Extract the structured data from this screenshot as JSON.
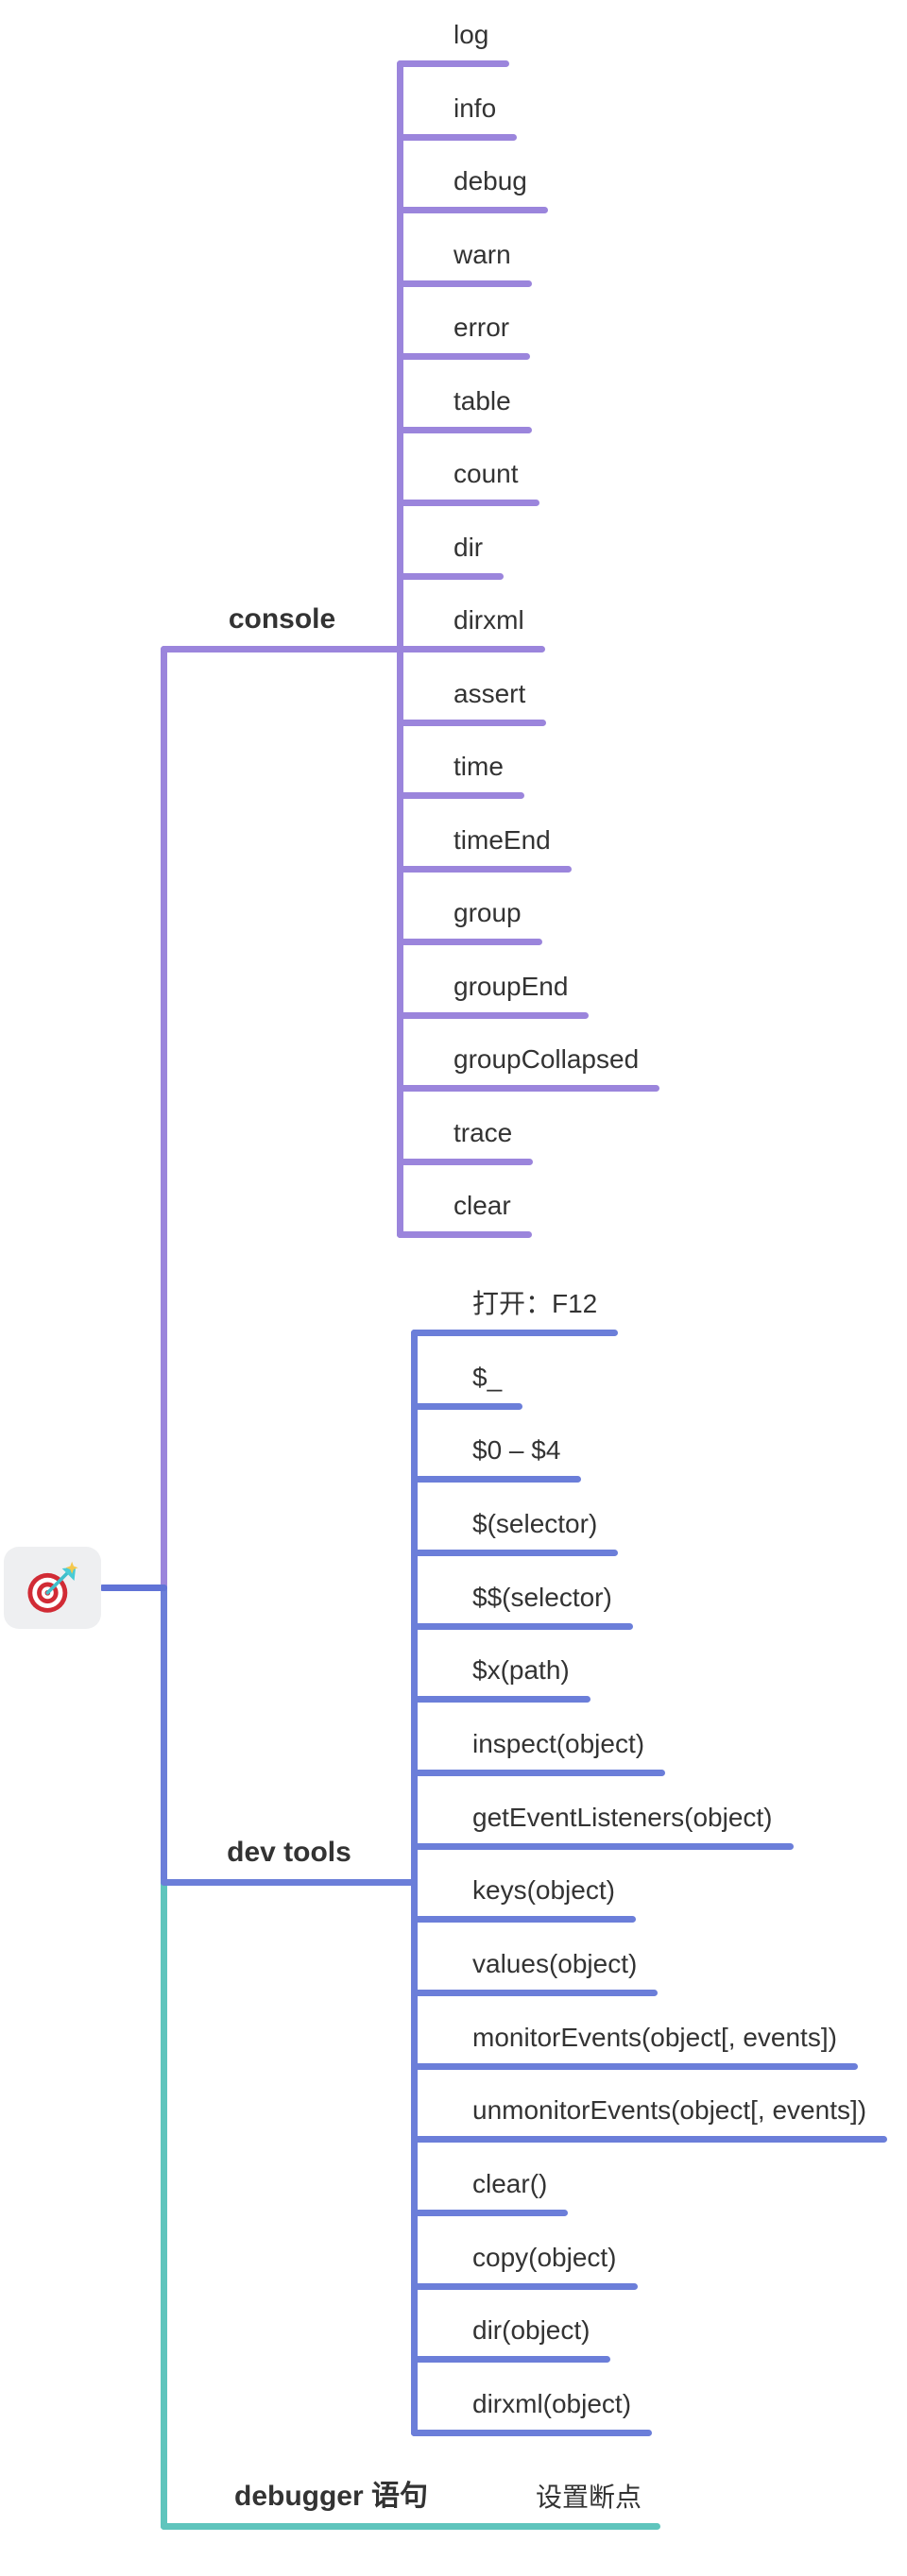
{
  "root": {
    "icon": "dart-target"
  },
  "branches": [
    {
      "label": "console",
      "color": "#9b85dc",
      "children": [
        "log",
        "info",
        "debug",
        "warn",
        "error",
        "table",
        "count",
        "dir",
        "dirxml",
        "assert",
        "time",
        "timeEnd",
        "group",
        "groupEnd",
        "groupCollapsed",
        "trace",
        "clear"
      ]
    },
    {
      "label": "dev tools",
      "color": "#6b7ed9",
      "children": [
        "打开：F12",
        "$_",
        "$0 – $4",
        "$(selector)",
        "$$(selector)",
        "$x(path)",
        "inspect(object)",
        "getEventListeners(object)",
        "keys(object)",
        "values(object)",
        "monitorEvents(object[, events])",
        "unmonitorEvents(object[, events])",
        "clear()",
        "copy(object)",
        "dir(object)",
        "dirxml(object)"
      ]
    },
    {
      "label": "debugger 语句",
      "color": "#5fc5bd",
      "children": [
        "设置断点"
      ]
    }
  ],
  "colors": {
    "console": "#9b85dc",
    "devtools": "#6b7ed9",
    "debugger": "#5fc5bd",
    "connector": "#6073d6",
    "text": "#333333",
    "root_bg": "#eeeff1",
    "canvas_bg": "#ffffff"
  }
}
